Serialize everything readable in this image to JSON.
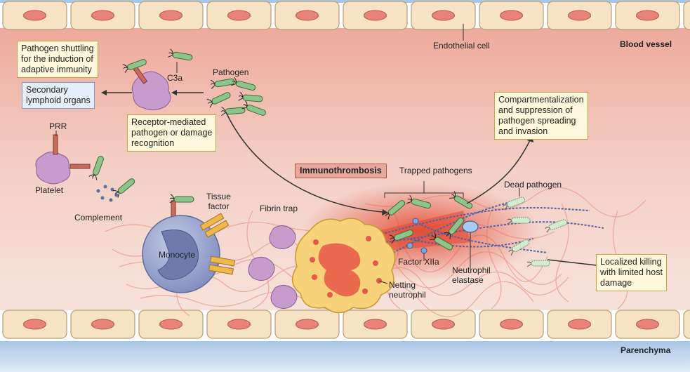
{
  "labels": {
    "endothelial_cell": "Endothelial cell",
    "blood_vessel": "Blood vessel",
    "parenchyma": "Parenchyma",
    "c3a": "C3a",
    "pathogen": "Pathogen",
    "prr": "PRR",
    "platelet": "Platelet",
    "complement": "Complement",
    "tissue_factor": "Tissue\nfactor",
    "monocyte": "Monocyte",
    "fibrin_trap": "Fibrin trap",
    "trapped_pathogens": "Trapped pathogens",
    "dead_pathogen": "Dead pathogen",
    "factor_xiia": "Factor XIIa",
    "neutrophil_elastase": "Neutrophil\nelastase",
    "netting_neutrophil": "Netting\nneutrophil"
  },
  "boxes": {
    "shuttling": "Pathogen shuttling\nfor the induction of\nadaptive immunity",
    "secondary": "Secondary\nlymphoid organs",
    "recognition": "Receptor-mediated\npathogen or damage\nrecognition",
    "immunothrombosis": "Immunothrombosis",
    "compartment": "Compartmentalization\nand suppression of\npathogen spreading\nand invasion",
    "localized": "Localized killing\nwith limited host\ndamage"
  },
  "colors": {
    "vessel_top": "#f0b4a6",
    "vessel_bottom": "#f5ddd5",
    "endothelial_cell": "#f6e3c4",
    "nucleus": "#e9837a",
    "parenchyma": "#b9d1ea",
    "platelet": "#c79bcb",
    "monocyte": "#9aa6cd",
    "neutrophil": "#f7d27a",
    "box_fill": "#fff8dc",
    "box_border": "#c9a34a"
  }
}
